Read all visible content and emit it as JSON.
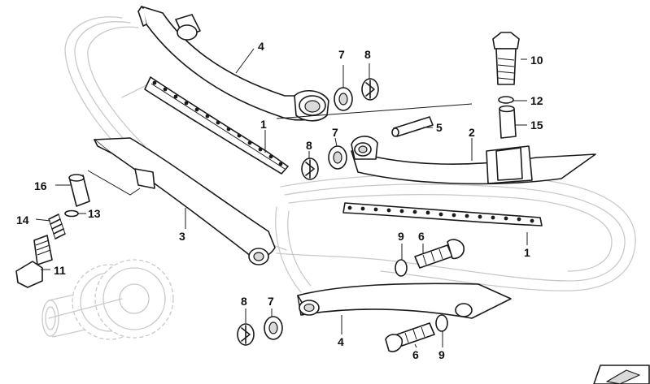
{
  "figure": {
    "callouts": [
      {
        "id": "c4a",
        "label": "4"
      },
      {
        "id": "c7a",
        "label": "7"
      },
      {
        "id": "c8a",
        "label": "8"
      },
      {
        "id": "c10",
        "label": "10"
      },
      {
        "id": "c12",
        "label": "12"
      },
      {
        "id": "c15",
        "label": "15"
      },
      {
        "id": "c1a",
        "label": "1"
      },
      {
        "id": "c7b",
        "label": "7"
      },
      {
        "id": "c8b",
        "label": "8"
      },
      {
        "id": "c5",
        "label": "5"
      },
      {
        "id": "c2",
        "label": "2"
      },
      {
        "id": "c16",
        "label": "16"
      },
      {
        "id": "c14",
        "label": "14"
      },
      {
        "id": "c13",
        "label": "13"
      },
      {
        "id": "c3",
        "label": "3"
      },
      {
        "id": "c11",
        "label": "11"
      },
      {
        "id": "c9a",
        "label": "9"
      },
      {
        "id": "c6a",
        "label": "6"
      },
      {
        "id": "c1b",
        "label": "1"
      },
      {
        "id": "c8c",
        "label": "8"
      },
      {
        "id": "c7c",
        "label": "7"
      },
      {
        "id": "c4b",
        "label": "4"
      },
      {
        "id": "c6b",
        "label": "6"
      },
      {
        "id": "c9b",
        "label": "9"
      }
    ]
  }
}
